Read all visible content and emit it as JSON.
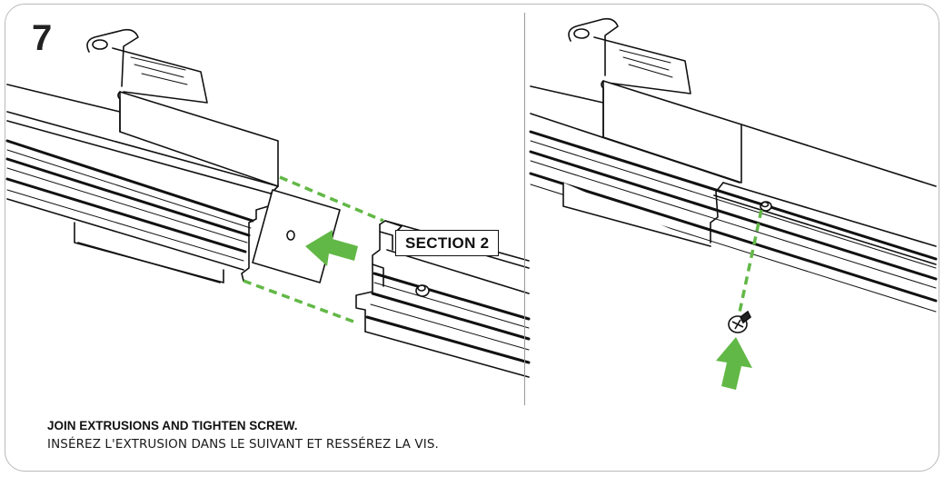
{
  "step": {
    "number": "7"
  },
  "labels": {
    "section": "SECTION 2"
  },
  "instructions": {
    "english": "JOIN EXTRUSIONS AND TIGHTEN SCREW.",
    "french": "INSÉREZ L'EXTRUSION DANS LE SUIVANT ET RESSÉREZ LA VIS."
  },
  "colors": {
    "accent": "#62b846",
    "line": "#111111",
    "frame": "#b9b9b9"
  },
  "icons": [
    "arrow-right-icon",
    "arrow-up-icon",
    "screw-icon"
  ]
}
